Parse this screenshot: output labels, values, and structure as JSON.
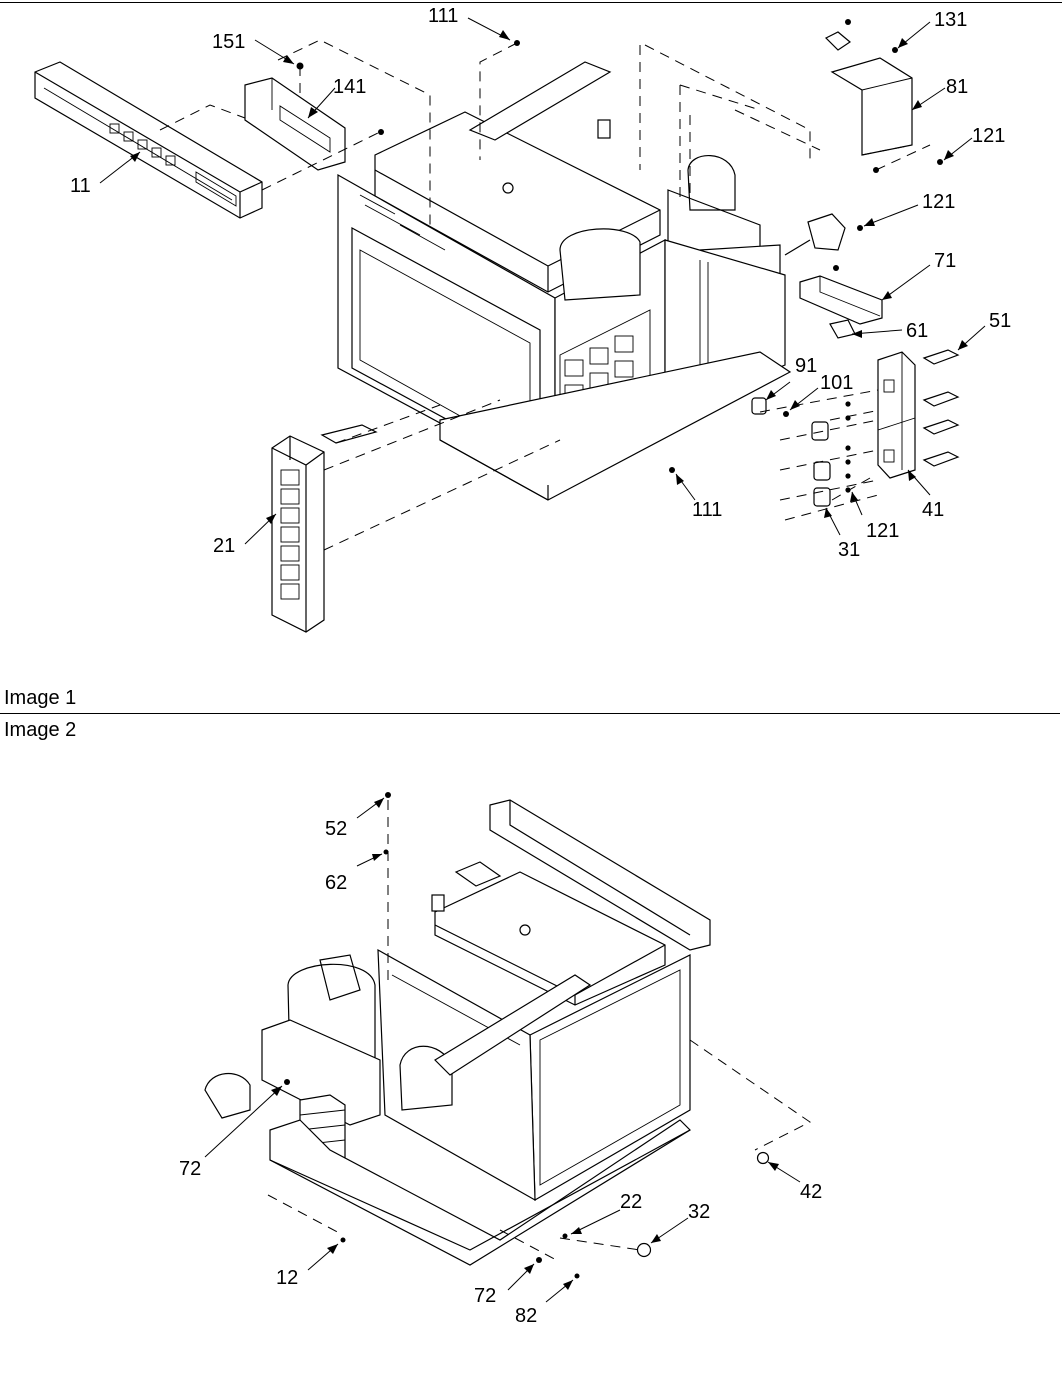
{
  "panels": [
    {
      "caption": "Image 1"
    },
    {
      "caption": "Image 2"
    }
  ],
  "callouts_image1": [
    "111",
    "151",
    "141",
    "131",
    "81",
    "11",
    "121",
    "121",
    "71",
    "61",
    "51",
    "91",
    "101",
    "41",
    "111",
    "121",
    "31",
    "21"
  ],
  "callouts_image2": [
    "52",
    "62",
    "72",
    "42",
    "22",
    "32",
    "12",
    "72",
    "82"
  ]
}
